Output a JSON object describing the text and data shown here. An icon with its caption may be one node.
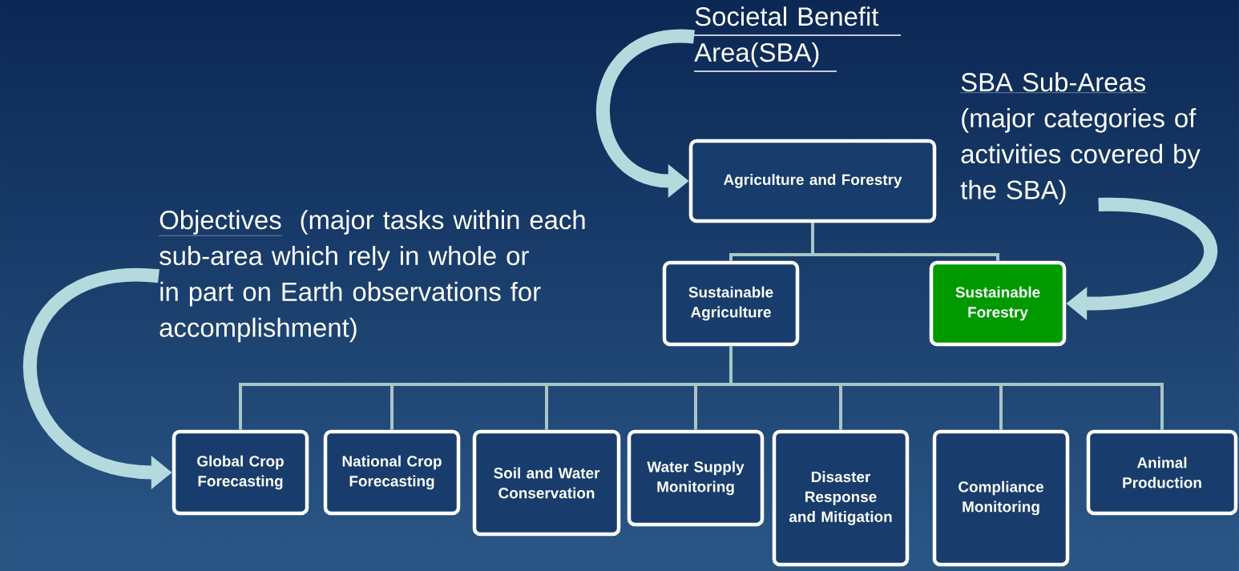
{
  "diagram": {
    "nodes": [
      {
        "text": [
          "Agriculture and  Forestry"
        ]
      },
      {
        "text": [
          "Sustainable Agriculture"
        ]
      },
      {
        "text": [
          "Sustainable Forestry"
        ]
      },
      {
        "text": [
          "Global Crop Forecasting"
        ]
      },
      {
        "text": [
          "National Crop Forecasting"
        ]
      },
      {
        "text": [
          "Soil and Water Conservation"
        ]
      },
      {
        "text": [
          "Water Supply Monitoring"
        ]
      },
      {
        "text": [
          "Disaster Response and Mitigation"
        ]
      },
      {
        "text": [
          "Compliance Monitoring"
        ]
      },
      {
        "text": [
          "Animal Production"
        ]
      },
      {
        "text": [
          "Societal Benefit Area(SBA)"
        ]
      },
      {
        "text": [
          "SBA Sub-Areas",
          "(major categories of activities covered by the SBA)"
        ]
      },
      {
        "text": [
          "Objectives",
          "(major tasks within each sub-area which rely in whole or in part on  Earth observations for accomplishment)"
        ]
      }
    ],
    "edges": [
      {
        "from": 0,
        "to": 1,
        "arrow": "none"
      },
      {
        "from": 0,
        "to": 2,
        "arrow": "none"
      },
      {
        "from": 1,
        "to": 3,
        "arrow": "none"
      },
      {
        "from": 1,
        "to": 4,
        "arrow": "none"
      },
      {
        "from": 1,
        "to": 5,
        "arrow": "none"
      },
      {
        "from": 1,
        "to": 6,
        "arrow": "none"
      },
      {
        "from": 1,
        "to": 7,
        "arrow": "none"
      },
      {
        "from": 1,
        "to": 8,
        "arrow": "none"
      },
      {
        "from": 1,
        "to": 9,
        "arrow": "none"
      },
      {
        "from": 10,
        "to": 0,
        "arrow": "to",
        "style": "thick",
        "color": "#b4dadd"
      },
      {
        "from": 11,
        "to": 2,
        "arrow": "to",
        "style": "thick",
        "color": "#b4dadd"
      },
      {
        "from": 12,
        "to": 3,
        "arrow": "to",
        "style": "thick",
        "color": "#b4dadd"
      }
    ]
  }
}
